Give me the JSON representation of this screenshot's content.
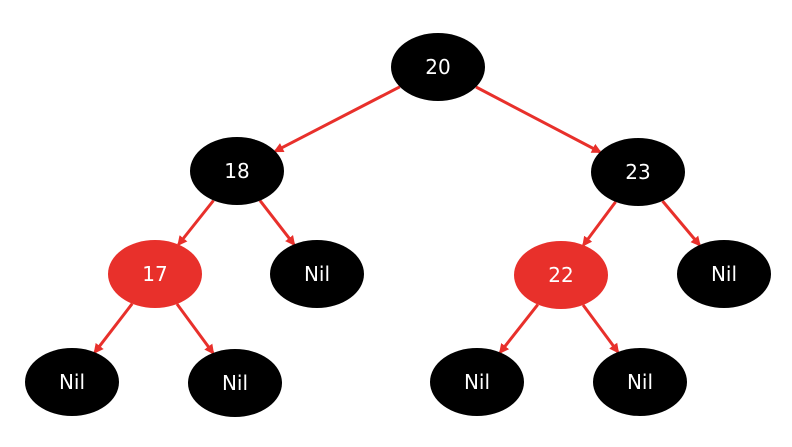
{
  "colors": {
    "black_node": "#000000",
    "red_node": "#e8302b",
    "edge": "#e8302b",
    "label": "#ffffff",
    "background": "#ffffff"
  },
  "tree": {
    "nodes": [
      {
        "id": "n20",
        "label": "20",
        "color": "black"
      },
      {
        "id": "n18",
        "label": "18",
        "color": "black"
      },
      {
        "id": "n23",
        "label": "23",
        "color": "black"
      },
      {
        "id": "n17",
        "label": "17",
        "color": "red"
      },
      {
        "id": "nil18r",
        "label": "Nil",
        "color": "black"
      },
      {
        "id": "n22",
        "label": "22",
        "color": "red"
      },
      {
        "id": "nil23r",
        "label": "Nil",
        "color": "black"
      },
      {
        "id": "nil17l",
        "label": "Nil",
        "color": "black"
      },
      {
        "id": "nil17r",
        "label": "Nil",
        "color": "black"
      },
      {
        "id": "nil22l",
        "label": "Nil",
        "color": "black"
      },
      {
        "id": "nil22r",
        "label": "Nil",
        "color": "black"
      }
    ],
    "edges": [
      {
        "from": "n20",
        "to": "n18"
      },
      {
        "from": "n20",
        "to": "n23"
      },
      {
        "from": "n18",
        "to": "n17"
      },
      {
        "from": "n18",
        "to": "nil18r"
      },
      {
        "from": "n23",
        "to": "n22"
      },
      {
        "from": "n23",
        "to": "nil23r"
      },
      {
        "from": "n17",
        "to": "nil17l"
      },
      {
        "from": "n17",
        "to": "nil17r"
      },
      {
        "from": "n22",
        "to": "nil22l"
      },
      {
        "from": "n22",
        "to": "nil22r"
      }
    ]
  }
}
